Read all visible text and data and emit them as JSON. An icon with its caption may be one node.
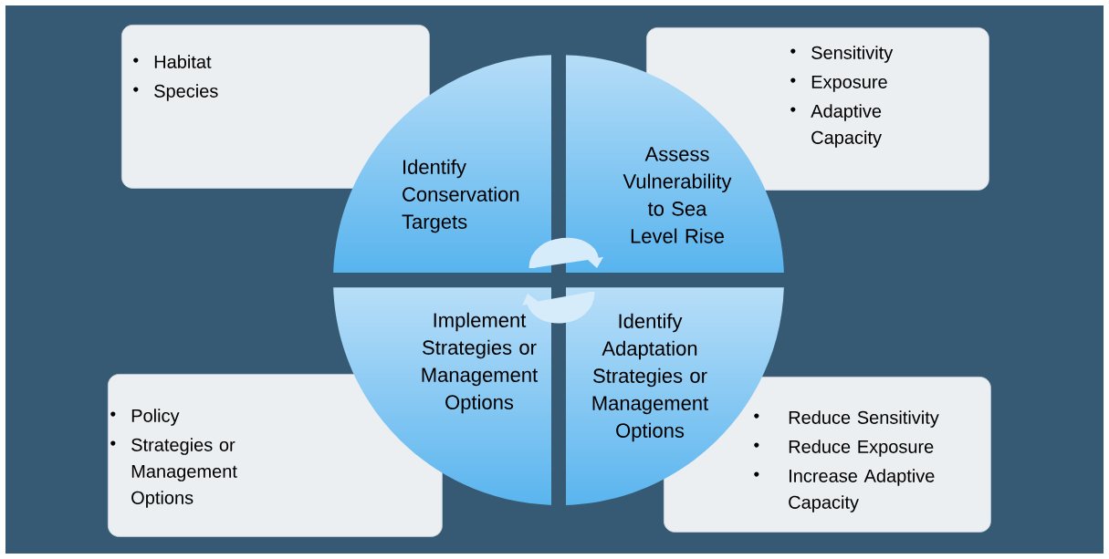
{
  "diagram": {
    "nodes": [
      {
        "text": [
          "Habitat",
          "Species"
        ]
      },
      {
        "text": [
          "Sensitivity",
          "Exposure",
          "Adaptive Capacity"
        ]
      },
      {
        "text": [
          "Identify Conservation Targets"
        ]
      },
      {
        "text": [
          "Assess Vulnerability to Sea Level Rise"
        ]
      },
      {
        "text": [
          "Implement Strategies or Management Options"
        ]
      },
      {
        "text": [
          "Identify Adaptation Strategies or Management Options"
        ]
      },
      {
        "text": [
          "Policy",
          "Strategies or Management Options"
        ]
      },
      {
        "text": [
          "Reduce Sensitivity",
          "Reduce Exposure",
          "Increase Adaptive Capacity"
        ]
      }
    ],
    "edges": [
      {
        "from": 2,
        "to": 3,
        "arrow": "to"
      },
      {
        "from": 5,
        "to": 4,
        "arrow": "to"
      }
    ]
  }
}
